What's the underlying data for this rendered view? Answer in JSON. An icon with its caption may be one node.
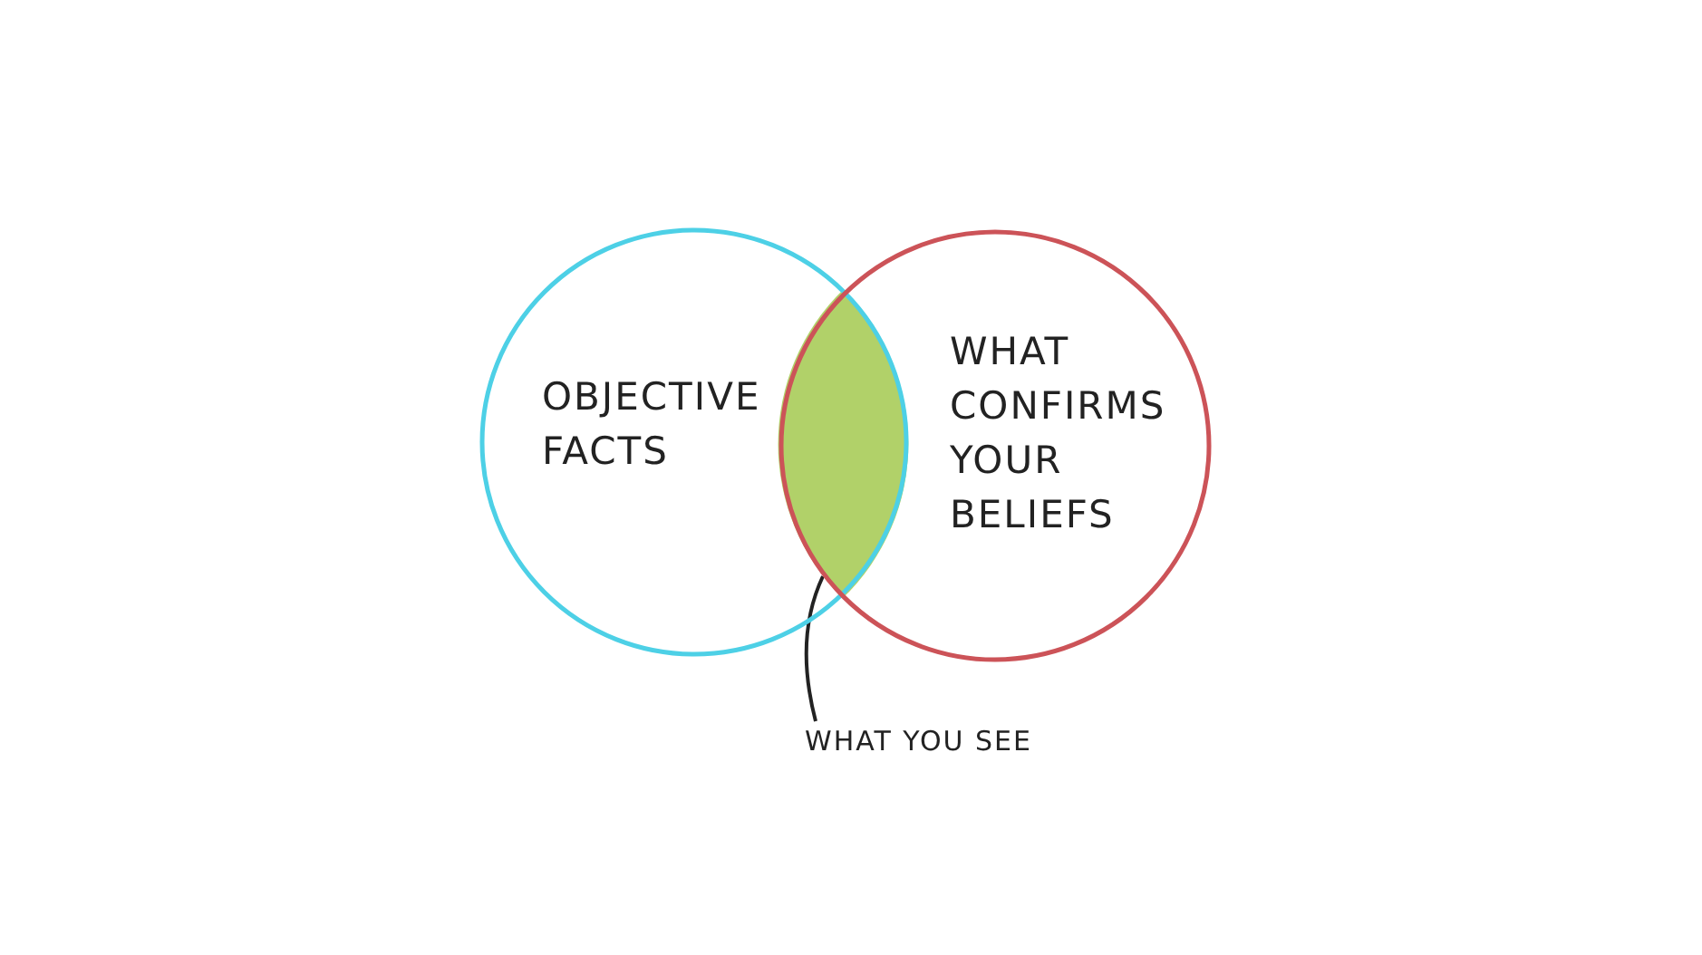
{
  "diagram": {
    "nodes": [
      {
        "text": [
          "OBJECTIVE FACTS"
        ]
      },
      {
        "text": [
          "WHAT CONFIRMS YOUR BELIEFS"
        ]
      },
      {
        "text": [],
        "shape": "lens"
      },
      {
        "text": [
          "WHAT YOU SEE"
        ]
      }
    ],
    "edges": [
      {
        "from": 3,
        "to": 2,
        "arrow": "none"
      }
    ]
  }
}
